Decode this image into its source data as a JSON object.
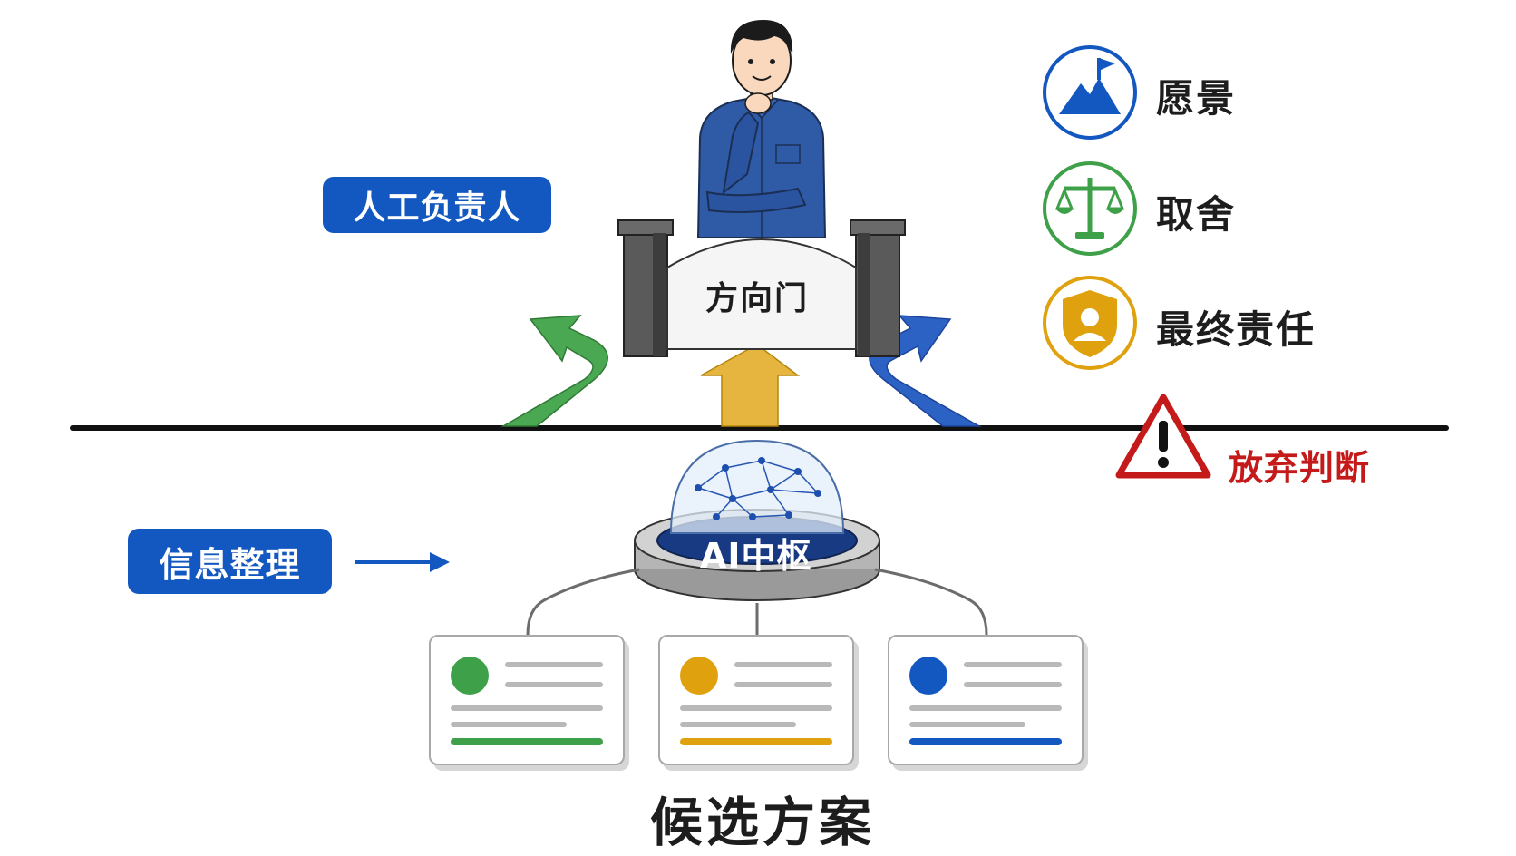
{
  "labels": {
    "human_owner": "人工负责人",
    "info_organize": "信息整理",
    "gate": "方向门",
    "hub": "AI中枢",
    "candidates": "候选方案",
    "warning": "放弃判断"
  },
  "legend": [
    {
      "text": "愿景",
      "icon": "mountain-flag-icon",
      "color": "#1357c0"
    },
    {
      "text": "取舍",
      "icon": "balance-scale-icon",
      "color": "#3ea048"
    },
    {
      "text": "最终责任",
      "icon": "shield-person-icon",
      "color": "#e0a10f"
    }
  ],
  "cards": [
    {
      "accent": "#3ea048"
    },
    {
      "accent": "#e0a10f"
    },
    {
      "accent": "#1357c0"
    }
  ],
  "colors": {
    "blue": "#1357c0",
    "green": "#3ea048",
    "yellow": "#e0a10f",
    "red": "#c41a1a"
  }
}
